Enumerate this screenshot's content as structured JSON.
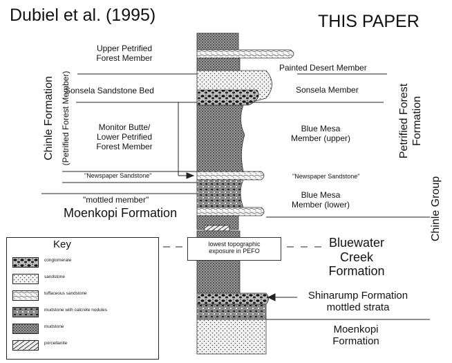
{
  "headers": {
    "left": "Dubiel et al. (1995)",
    "right": "THIS PAPER"
  },
  "left_units": {
    "upper_petrified": "Upper Petrified\nForest Member",
    "sonsela_bed": "Sonsela Sandstone Bed",
    "monitor_butte": "Monitor Butte/\nLower Petrified\nForest Member",
    "newspaper": "\"Newspaper Sandstone\"",
    "mottled": "\"mottled member\"",
    "moenkopi": "Moenkopi Formation"
  },
  "left_group_label": {
    "line1": "Chinle Formation",
    "line2": "(Petrified Forest Member)"
  },
  "right_units": {
    "painted_desert": "Painted Desert Member",
    "sonsela": "Sonsela Member",
    "blue_mesa_upper": "Blue Mesa\nMember (upper)",
    "newspaper": "\"Newspaper Sandstone\"",
    "blue_mesa_lower": "Blue Mesa\nMember (lower)",
    "bluewater": "Bluewater\nCreek\nFormation",
    "shinarump": "Shinarump Formation\nmottled strata",
    "moenkopi": "Moenkopi\nFormation"
  },
  "right_group_labels": {
    "petrified_forest": "Petrified Forest\nFormation",
    "chinle_group": "Chinle Group"
  },
  "lowest_exposure": "lowest topographic\nexposure in PEFO",
  "key": {
    "title": "Key",
    "items": [
      {
        "label": "conglomerate",
        "pattern": "conglomerate"
      },
      {
        "label": "sandstone",
        "pattern": "sandstone"
      },
      {
        "label": "tuffaceous sandstone",
        "pattern": "tuffaceous"
      },
      {
        "label": "mudstone with calcrete nodules",
        "pattern": "nodules"
      },
      {
        "label": "mudstone",
        "pattern": "mudstone"
      },
      {
        "label": "porcellanite",
        "pattern": "porcellanite"
      }
    ]
  },
  "colors": {
    "ink": "#111111",
    "line": "#333333",
    "background": "#ffffff"
  }
}
